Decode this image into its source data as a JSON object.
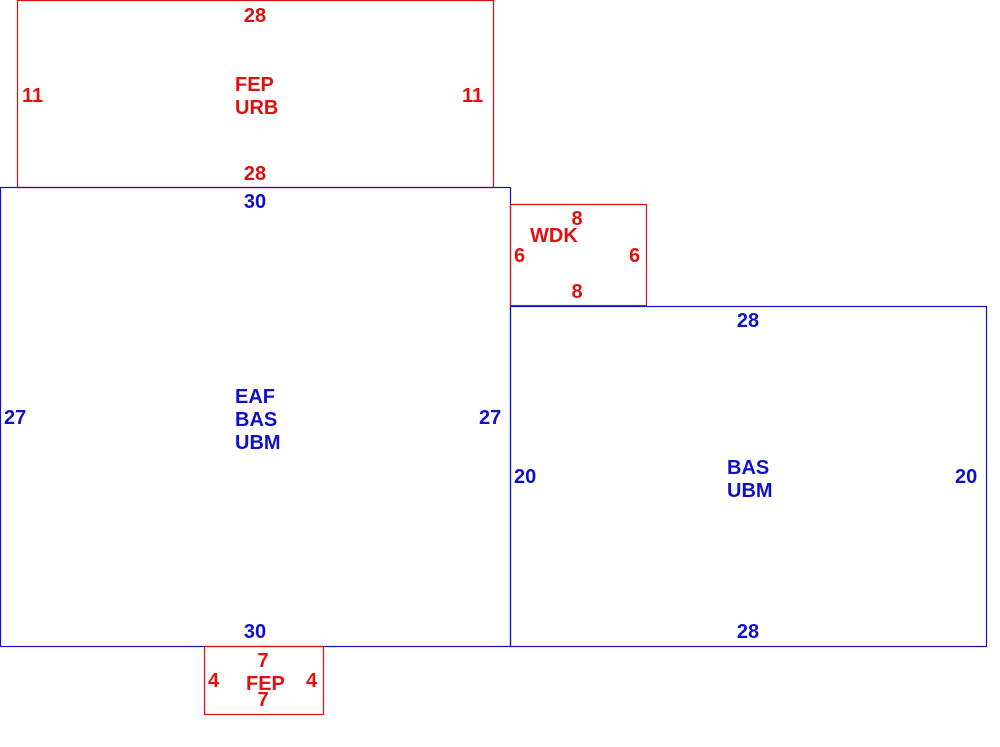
{
  "colors": {
    "red": "#e01010",
    "blue": "#1010c8"
  },
  "sections": {
    "fep_urb": {
      "codes": [
        "FEP",
        "URB"
      ],
      "top": "28",
      "bottom": "28",
      "left": "11",
      "right": "11"
    },
    "eaf_bas_ubm": {
      "codes": [
        "EAF",
        "BAS",
        "UBM"
      ],
      "top": "30",
      "bottom": "30",
      "left": "27",
      "right": "27"
    },
    "wdk": {
      "codes": [
        "WDK"
      ],
      "top": "8",
      "bottom": "8",
      "left": "6",
      "right": "6"
    },
    "bas_ubm": {
      "codes": [
        "BAS",
        "UBM"
      ],
      "top": "28",
      "bottom": "28",
      "left": "20",
      "right": "20"
    },
    "fep_small": {
      "codes": [
        "FEP"
      ],
      "top": "7",
      "bottom": "7",
      "left": "4",
      "right": "4"
    }
  }
}
